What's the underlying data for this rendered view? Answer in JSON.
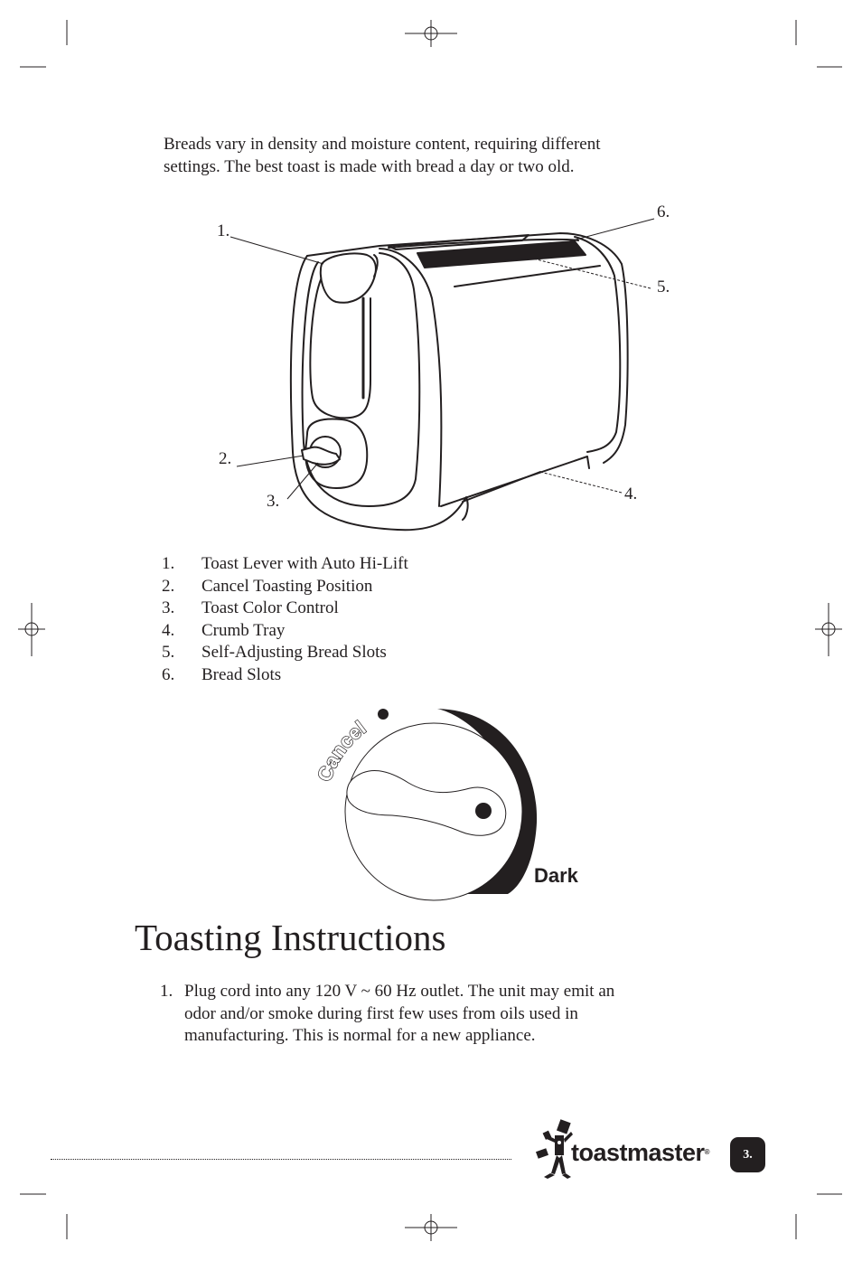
{
  "intro": {
    "line1": "Breads vary in density and moisture content, requiring different",
    "line2": "settings. The best toast is made with bread a day or two old."
  },
  "callouts": [
    "1.",
    "2.",
    "3.",
    "4.",
    "5.",
    "6."
  ],
  "parts": [
    {
      "num": "1.",
      "label": "Toast Lever with Auto Hi-Lift"
    },
    {
      "num": "2.",
      "label": "Cancel Toasting Position"
    },
    {
      "num": "3.",
      "label": "Toast Color Control"
    },
    {
      "num": "4.",
      "label": "Crumb Tray"
    },
    {
      "num": "5.",
      "label": "Self-Adjusting Bread Slots"
    },
    {
      "num": "6.",
      "label": "Bread Slots"
    }
  ],
  "dial": {
    "cancel_label": "Cancel",
    "dark_label": "Dark"
  },
  "section_title": "Toasting Instructions",
  "steps": [
    {
      "num": "1.",
      "lines": [
        "Plug cord into any 120 V ~ 60 Hz outlet. The unit may emit an",
        "odor and/or smoke during first few uses from oils used in",
        "manufacturing. This is normal for a new appliance."
      ]
    }
  ],
  "footer": {
    "brand": "toastmaster",
    "reg": "®",
    "page": "3."
  },
  "colors": {
    "ink": "#231f20",
    "paper": "#ffffff"
  }
}
